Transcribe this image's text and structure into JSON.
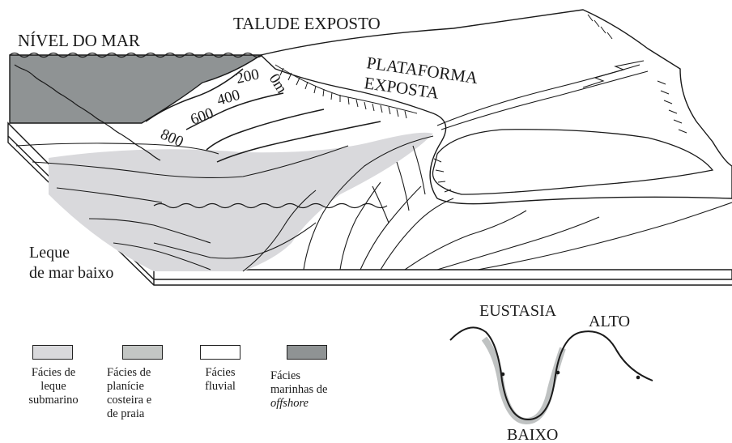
{
  "diagram": {
    "labels": {
      "talude": "TALUDE EXPOSTO",
      "nivel": "NÍVEL DO MAR",
      "plataforma_line1": "PLATAFORMA",
      "plataforma_line2": "EXPOSTA",
      "leque_line1": "Leque",
      "leque_line2": "de mar baixo"
    },
    "depth_contours": [
      "0m",
      "200",
      "400",
      "600",
      "800"
    ]
  },
  "legend": {
    "items": [
      {
        "lines": [
          "Fácies de",
          "leque",
          "submarino"
        ],
        "color": "#d9d9dc"
      },
      {
        "lines": [
          "Fácies de",
          "planície",
          "costeira e",
          "de praia"
        ],
        "color": "#c3c6c4"
      },
      {
        "lines": [
          "Fácies",
          "fluvial"
        ],
        "color": "#ffffff"
      },
      {
        "lines": [
          "Fácies",
          "marinhas de"
        ],
        "italic_line": "offshore",
        "color": "#8f9394"
      }
    ]
  },
  "eustasia": {
    "title": "EUSTASIA",
    "high_label": "ALTO",
    "low_label": "BAIXO"
  }
}
